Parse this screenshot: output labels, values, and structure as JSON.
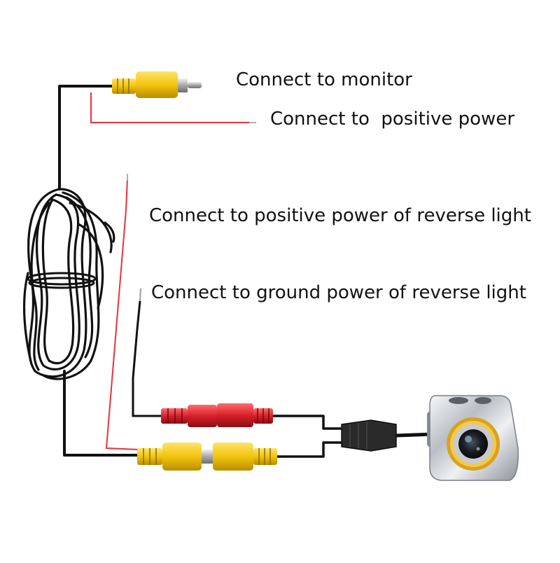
{
  "labels": {
    "monitor": "Connect to monitor",
    "positive_power": "Connect to  positive power",
    "reverse_positive": "Connect to positive power of reverse light",
    "reverse_ground": "Connect to ground power of reverse light"
  },
  "colors": {
    "cable": "#111111",
    "red_wire": "#e8323c",
    "rca_yellow": "#f2c40f",
    "rca_red": "#d9202a",
    "camera_chrome": "#c9cdd2",
    "lens_ring": "#d9a21e"
  },
  "icons": {
    "camera": "rear-view-camera-icon",
    "rca_plug": "rca-plug-icon",
    "cable_coil": "cable-coil-icon"
  }
}
